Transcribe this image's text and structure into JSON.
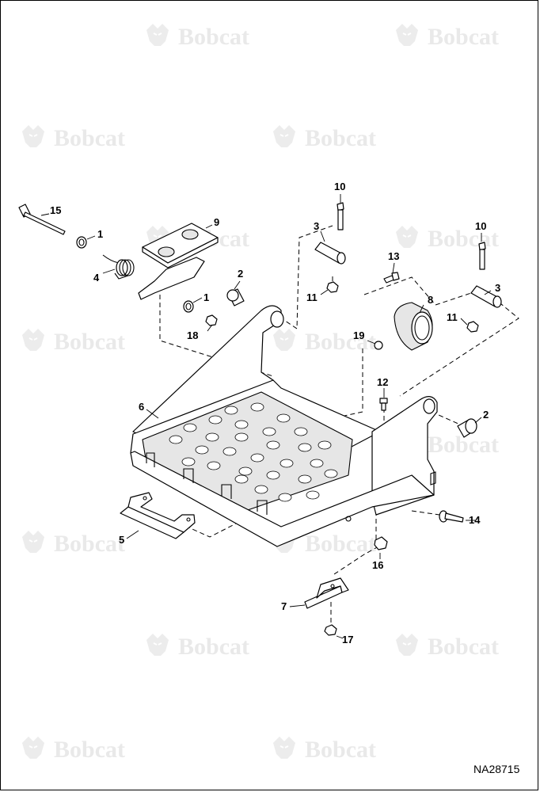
{
  "watermark": {
    "brand": "Bobcat",
    "icon": "bobcat-logo-icon"
  },
  "callouts": [
    {
      "id": "c15",
      "label": "15"
    },
    {
      "id": "c1a",
      "label": "1"
    },
    {
      "id": "c9",
      "label": "9"
    },
    {
      "id": "c4",
      "label": "4"
    },
    {
      "id": "c1b",
      "label": "1"
    },
    {
      "id": "c2a",
      "label": "2"
    },
    {
      "id": "c18",
      "label": "18"
    },
    {
      "id": "c10a",
      "label": "10"
    },
    {
      "id": "c3a",
      "label": "3"
    },
    {
      "id": "c11a",
      "label": "11"
    },
    {
      "id": "c13",
      "label": "13"
    },
    {
      "id": "c8",
      "label": "8"
    },
    {
      "id": "c10b",
      "label": "10"
    },
    {
      "id": "c3b",
      "label": "3"
    },
    {
      "id": "c11b",
      "label": "11"
    },
    {
      "id": "c19",
      "label": "19"
    },
    {
      "id": "c12",
      "label": "12"
    },
    {
      "id": "c6",
      "label": "6"
    },
    {
      "id": "c2b",
      "label": "2"
    },
    {
      "id": "c14",
      "label": "14"
    },
    {
      "id": "c5",
      "label": "5"
    },
    {
      "id": "c16",
      "label": "16"
    },
    {
      "id": "c7",
      "label": "7"
    },
    {
      "id": "c17",
      "label": "17"
    }
  ],
  "figure_ref": "NA28715"
}
